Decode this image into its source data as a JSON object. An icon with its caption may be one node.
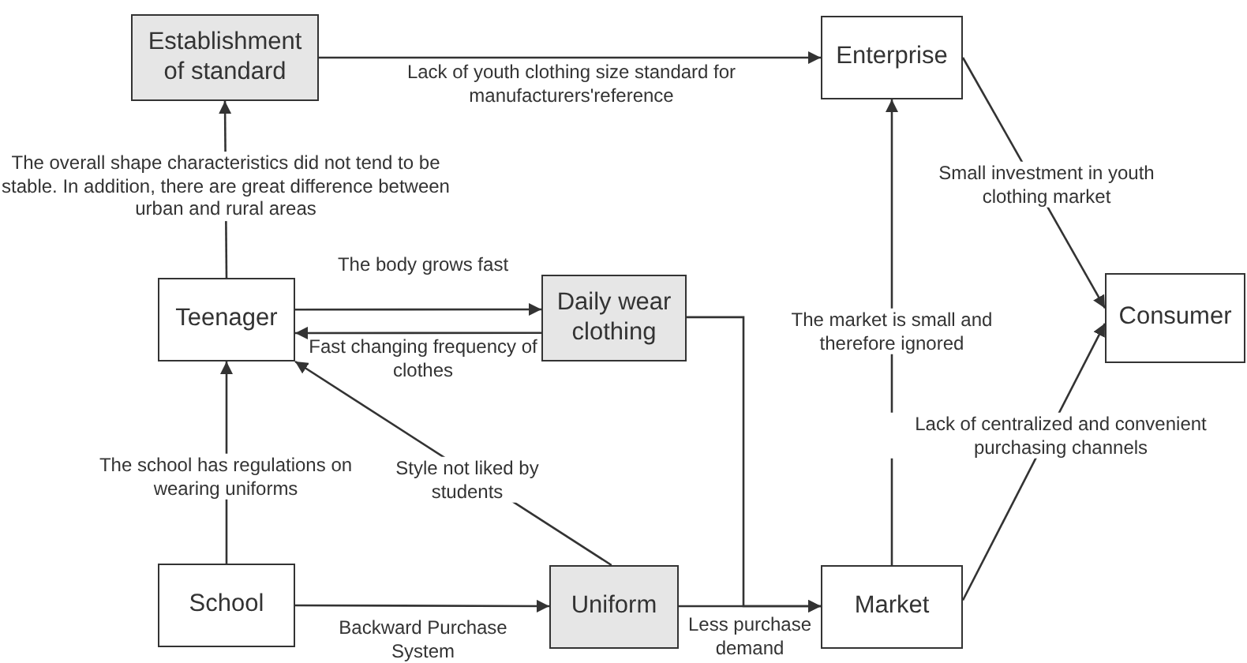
{
  "diagram": {
    "nodes": [
      {
        "text": [
          "Establishment of standard"
        ]
      },
      {
        "text": [
          "Enterprise"
        ]
      },
      {
        "text": [
          "Teenager"
        ]
      },
      {
        "text": [
          "Daily wear clothing"
        ]
      },
      {
        "text": [
          "Consumer"
        ]
      },
      {
        "text": [
          "School"
        ]
      },
      {
        "text": [
          "Uniform"
        ]
      },
      {
        "text": [
          "Market"
        ]
      }
    ],
    "edges": [
      {
        "from": 2,
        "to": 0,
        "arrow": "to",
        "label": "The overall shape characteristics did not tend to be stable. In addition, there are great difference between urban and rural areas"
      },
      {
        "from": 0,
        "to": 1,
        "arrow": "to",
        "label": "Lack of youth clothing size standard for manufacturers'reference"
      },
      {
        "from": 2,
        "to": 3,
        "arrow": "to",
        "label": "The body grows fast"
      },
      {
        "from": 3,
        "to": 2,
        "arrow": "to",
        "label": "Fast changing frequency of clothes"
      },
      {
        "from": 5,
        "to": 2,
        "arrow": "to",
        "label": "The school has regulations on wearing uniforms"
      },
      {
        "from": 6,
        "to": 2,
        "arrow": "to",
        "label": "Style not liked by students"
      },
      {
        "from": 5,
        "to": 6,
        "arrow": "to",
        "label": "Backward Purchase System"
      },
      {
        "from": 6,
        "to": 7,
        "arrow": "to",
        "label": "Less purchase demand"
      },
      {
        "from": 3,
        "to": 7,
        "arrow": "to"
      },
      {
        "from": 7,
        "to": 1,
        "arrow": "to",
        "label": "The market is small and therefore ignored"
      },
      {
        "from": 1,
        "to": 4,
        "arrow": "to",
        "label": "Small investment in youth clothing market"
      },
      {
        "from": 7,
        "to": 4,
        "arrow": "to",
        "label": "Lack of centralized and convenient purchasing channels"
      }
    ]
  }
}
